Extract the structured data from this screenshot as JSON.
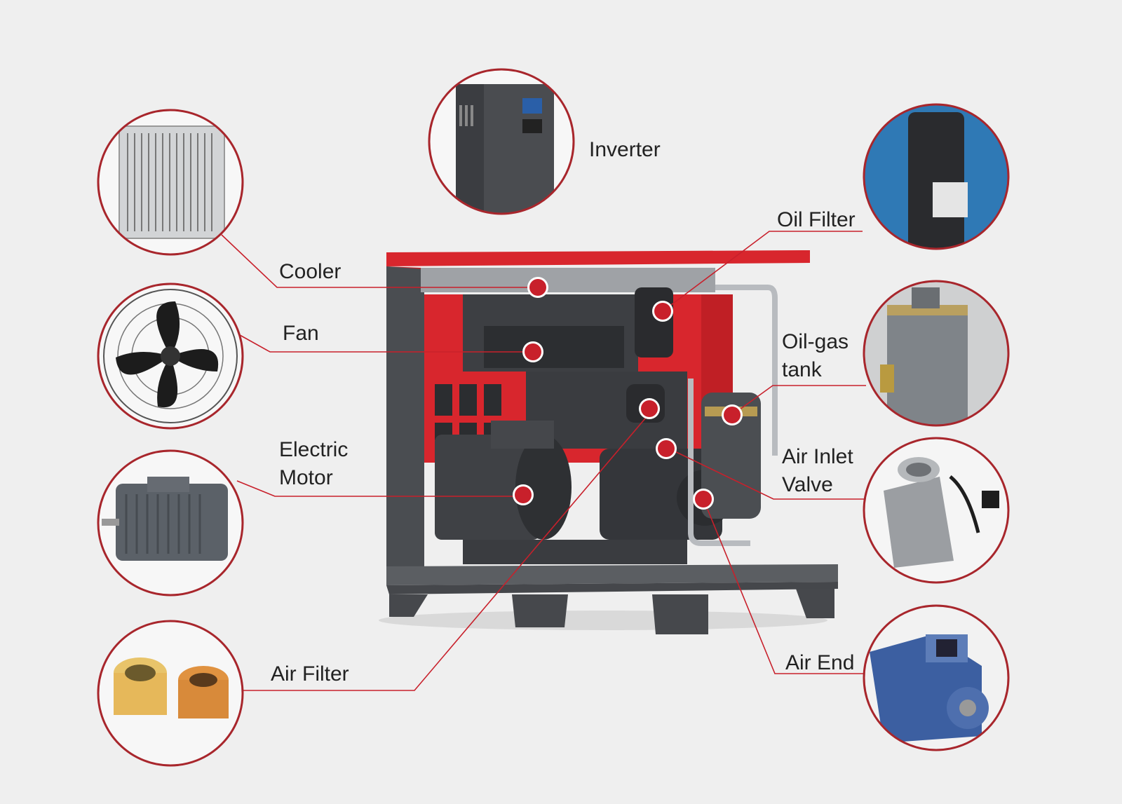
{
  "colors": {
    "accent": "#c8202b",
    "background": "#efefef",
    "machine_body": "#4a4d51",
    "machine_interior": "#d8262d"
  },
  "components": [
    {
      "id": "inverter",
      "label": [
        "Inverter"
      ],
      "icon": "inverter-icon"
    },
    {
      "id": "cooler",
      "label": [
        "Cooler"
      ],
      "icon": "cooler-icon"
    },
    {
      "id": "fan",
      "label": [
        "Fan"
      ],
      "icon": "fan-icon"
    },
    {
      "id": "motor",
      "label": [
        "Electric",
        "Motor"
      ],
      "icon": "electric-motor-icon"
    },
    {
      "id": "airfilter",
      "label": [
        "Air Filter"
      ],
      "icon": "air-filter-icon"
    },
    {
      "id": "oilfilter",
      "label": [
        "Oil Filter"
      ],
      "icon": "oil-filter-icon"
    },
    {
      "id": "oilgas",
      "label": [
        "Oil-gas",
        "tank"
      ],
      "icon": "oil-gas-tank-icon"
    },
    {
      "id": "inlet",
      "label": [
        "Air Inlet",
        "Valve"
      ],
      "icon": "air-inlet-valve-icon"
    },
    {
      "id": "airend",
      "label": [
        "Air End"
      ],
      "icon": "air-end-icon"
    }
  ]
}
